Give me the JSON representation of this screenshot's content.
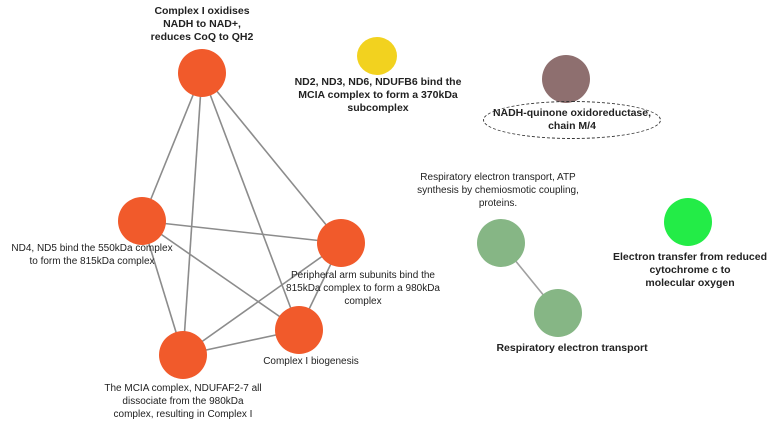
{
  "colors": {
    "complex_i_cluster": "#f15a2b",
    "subcomplex_node": "#f2d21f",
    "quinone_node": "#8e6f6f",
    "electron_transport_cluster": "#86b685",
    "cytochrome_node": "#23ec47",
    "edge": "#8c8c8c"
  },
  "nodes": {
    "complex_i_oxidises": {
      "label": "Complex I oxidises\nNADH to NAD+,\nreduces CoQ to QH2"
    },
    "nd4_nd5": {
      "label": "ND4, ND5 bind the 550kDa complex\nto form the 815kDa complex"
    },
    "peripheral_arm": {
      "label": "Peripheral arm subunits bind the\n815kDa complex to form a 980kDa\ncomplex"
    },
    "complex_i_biogenesis": {
      "label": "Complex I biogenesis"
    },
    "mcia_complex": {
      "label": "The MCIA complex, NDUFAF2-7 all\ndissociate from the 980kDa\ncomplex, resulting in Complex I"
    },
    "nd2_nd3": {
      "label": "ND2, ND3, ND6, NDUFB6 bind the\nMCIA complex to form a 370kDa\nsubcomplex"
    },
    "nadh_quinone": {
      "label": "NADH-quinone oxidoreductase,\nchain M/4"
    },
    "respiratory_atp": {
      "label": "Respiratory electron transport, ATP\nsynthesis by chemiosmotic coupling,\nproteins."
    },
    "respiratory_electron": {
      "label": "Respiratory electron transport"
    },
    "electron_transfer": {
      "label": "Electron transfer from reduced\ncytochrome c to\nmolecular oxygen"
    }
  }
}
